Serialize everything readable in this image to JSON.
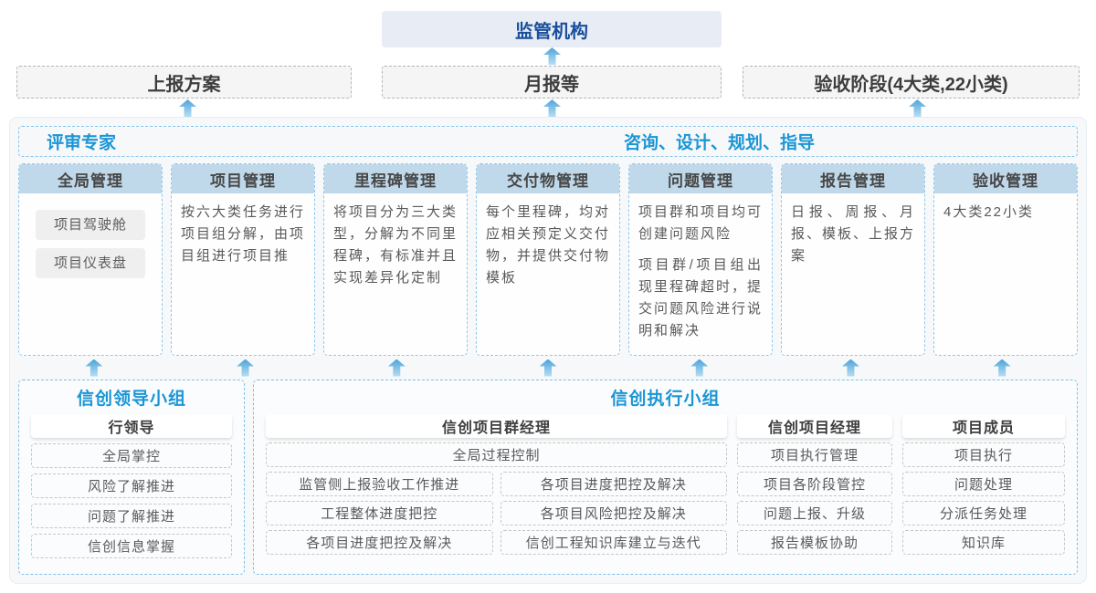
{
  "top": {
    "regulator_label": "监管机构",
    "boxes": [
      {
        "label": "上报方案"
      },
      {
        "label": "月报等"
      },
      {
        "label": "验收阶段(4大类,22小类)"
      }
    ]
  },
  "expert_bar": {
    "left_label": "评审专家",
    "right_label": "咨询、设计、规划、指导"
  },
  "columns": [
    {
      "title": "全局管理",
      "tags": [
        "项目驾驶舱",
        "项目仪表盘"
      ]
    },
    {
      "title": "项目管理",
      "paragraphs": [
        "按六大类任务进行项目组分解，由项目组进行项目推"
      ]
    },
    {
      "title": "里程碑管理",
      "paragraphs": [
        "将项目分为三大类型，分解为不同里程碑，有标准并且实现差异化定制"
      ]
    },
    {
      "title": "交付物管理",
      "paragraphs": [
        "每个里程碑，均对应相关预定义交付物，并提供交付物模板"
      ]
    },
    {
      "title": "问题管理",
      "paragraphs": [
        "项目群和项目均可创建问题风险",
        "项目群/项目组出现里程碑超时，提交问题风险进行说明和解决"
      ]
    },
    {
      "title": "报告管理",
      "paragraphs": [
        "日报、周报、月报、模板、上报方案"
      ]
    },
    {
      "title": "验收管理",
      "paragraphs": [
        "4大类22小类"
      ]
    }
  ],
  "bottom": {
    "leader_group": {
      "title": "信创领导小组",
      "role": "行领导",
      "items": [
        "全局掌控",
        "风险了解推进",
        "问题了解推进",
        "信创信息掌握"
      ]
    },
    "exec_group": {
      "title": "信创执行小组",
      "pg_manager": {
        "role": "信创项目群经理",
        "full_item": "全局过程控制",
        "grid_items": [
          "监管侧上报验收工作推进",
          "各项目进度把控及解决",
          "工程整体进度把控",
          "各项目风险把控及解决",
          "各项目进度把控及解决",
          "信创工程知识库建立与迭代"
        ]
      },
      "pm": {
        "role": "信创项目经理",
        "items": [
          "项目执行管理",
          "项目各阶段管控",
          "问题上报、升级",
          "报告模板协助"
        ]
      },
      "member": {
        "role": "项目成员",
        "items": [
          "项目执行",
          "问题处理",
          "分派任务处理",
          "知识库"
        ]
      }
    }
  },
  "colors": {
    "accent_blue": "#1b96d5",
    "navy_blue": "#1a4f9c",
    "column_header_bg": "#bfd8ea",
    "arrow_blue": "#4da3d9"
  }
}
